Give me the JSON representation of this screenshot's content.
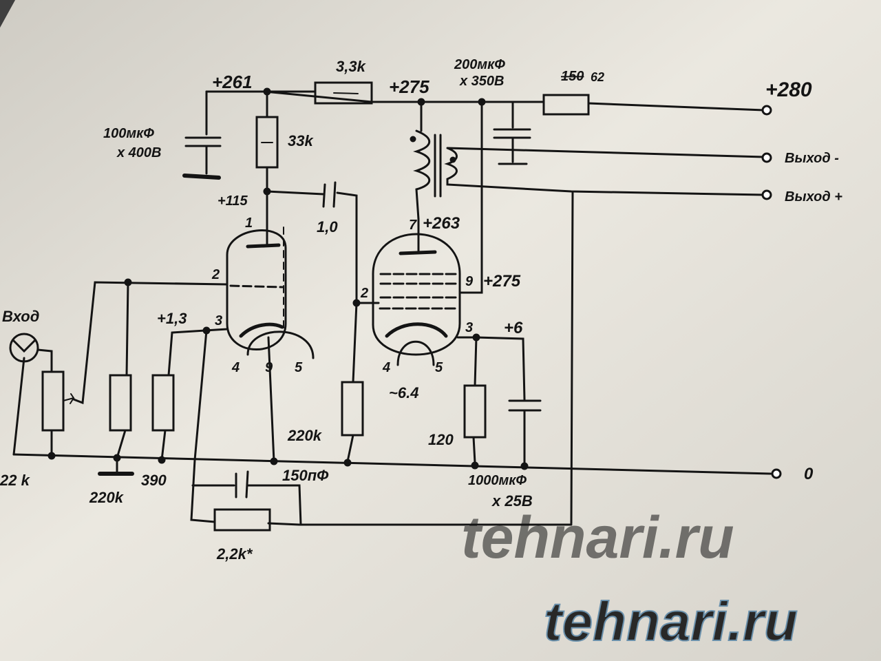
{
  "supply": {
    "b261": "+261",
    "b275": "+275",
    "b280": "+280",
    "b115": "+115",
    "b263": "+263",
    "b275_g2": "+275",
    "b6": "+6",
    "b1_3": "+1,3",
    "heater": "~6.4"
  },
  "components": {
    "c100_value": "100мкФ",
    "c100_voltage": "x 400В",
    "r33k": "33k",
    "r3_3k": "3,3k",
    "c200_value": "200мкФ",
    "c200_voltage": "x 350В",
    "r_series_old": "150",
    "r_series": "62",
    "c_coupling": "1,0",
    "r220k_grid": "220k",
    "r120": "120",
    "c1000_value": "1000мкФ",
    "c1000_voltage": "x 25В",
    "c150pf": "150пФ",
    "r2_2k": "2,2k*",
    "r390": "390",
    "r220k_left": "220k",
    "pot22k": "22 k"
  },
  "pins": {
    "v1_p1": "1",
    "v1_p2": "2",
    "v1_p3": "3",
    "v1_p4": "4",
    "v1_p9": "9",
    "v1_p5": "5",
    "v2_p7": "7",
    "v2_p9": "9",
    "v2_p2": "2",
    "v2_p3": "3",
    "v2_p4": "4",
    "v2_p5": "5"
  },
  "terminals": {
    "input": "Вход",
    "out_minus": "Выход -",
    "out_plus": "Выход +",
    "ground": "0"
  },
  "watermark": {
    "text1": "tehnari.ru",
    "text2": "tehnari.ru"
  },
  "colors": {
    "paper": "#e9e6de",
    "ink": "#141414",
    "wm_gray": "#8a8a8a",
    "wm_blue": "#8fb7d3"
  }
}
